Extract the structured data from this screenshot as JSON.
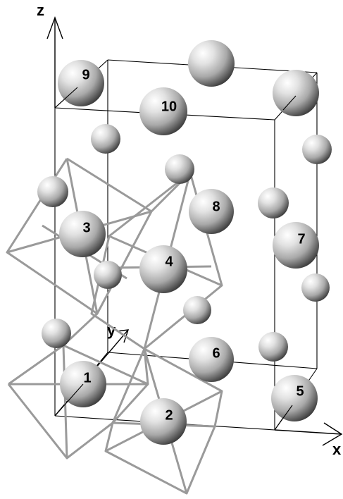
{
  "axes": {
    "x_label": "x",
    "y_label": "y",
    "z_label": "z"
  },
  "atom_labels": {
    "a1": "1",
    "a2": "2",
    "a3": "3",
    "a4": "4",
    "a5": "5",
    "a6": "6",
    "a7": "7",
    "a8": "8",
    "a9": "9",
    "a10": "10"
  },
  "colors": {
    "background": "#ffffff",
    "cell_edges": "#000000",
    "polyhedra_edges": "#9a9a9a",
    "atom_highlight": "#ffffff",
    "atom_mid": "#bdbdbd",
    "atom_shadow": "#3a3a3a"
  }
}
